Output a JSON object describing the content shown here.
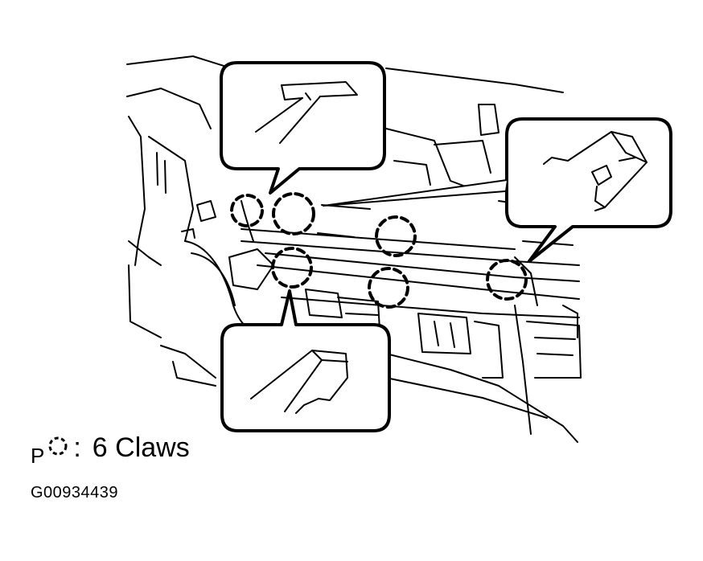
{
  "diagram": {
    "claw_count": 6,
    "callouts": [
      "claw-detail-top",
      "claw-detail-right",
      "claw-detail-bottom"
    ]
  },
  "legend": {
    "prefix": "P",
    "colon": ":",
    "label": "6 Claws"
  },
  "figure_id": "G00934439"
}
